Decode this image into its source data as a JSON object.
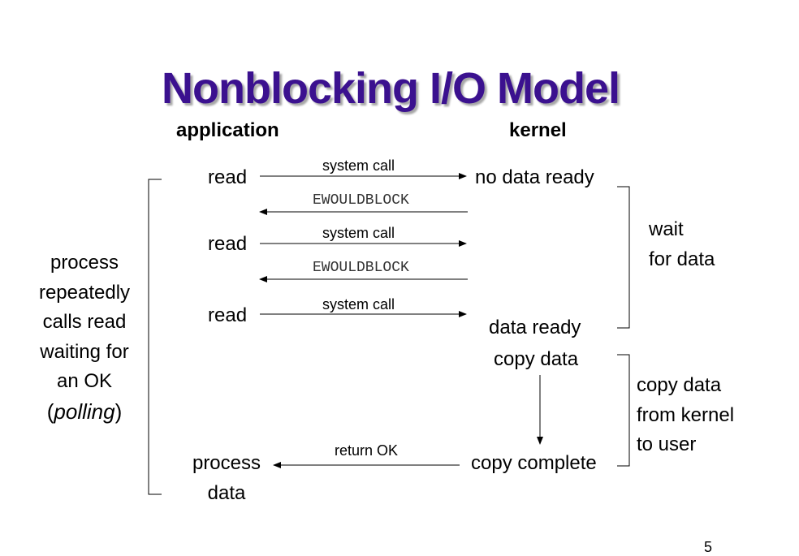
{
  "title": "Nonblocking I/O Model",
  "headers": {
    "application": "application",
    "kernel": "kernel"
  },
  "app": {
    "read1": "read",
    "read2": "read",
    "read3": "read",
    "process_line1": "process",
    "process_line2": "data"
  },
  "kernel": {
    "no_data_ready": "no data ready",
    "data_ready": "data ready",
    "copy_data": "copy data",
    "copy_complete": "copy complete"
  },
  "arrows": {
    "system_call_1": "system call",
    "ewouldblock_1": "EWOULDBLOCK",
    "system_call_2": "system call",
    "ewouldblock_2": "EWOULDBLOCK",
    "system_call_3": "system call",
    "return_ok": "return OK"
  },
  "left_note": {
    "line1": "process",
    "line2": "repeatedly",
    "line3": "calls read",
    "line4": "waiting for",
    "line5": "an OK",
    "line6_open": "(",
    "line6_italic": "polling",
    "line6_close": ")"
  },
  "right_notes": {
    "wait_line1": "wait",
    "wait_line2": "for data",
    "copy_line1": "copy data",
    "copy_line2": "from kernel",
    "copy_line3": "to user"
  },
  "page_number": "5",
  "colors": {
    "title": "#3b118f",
    "title_shadow": "#a7a7a7"
  }
}
